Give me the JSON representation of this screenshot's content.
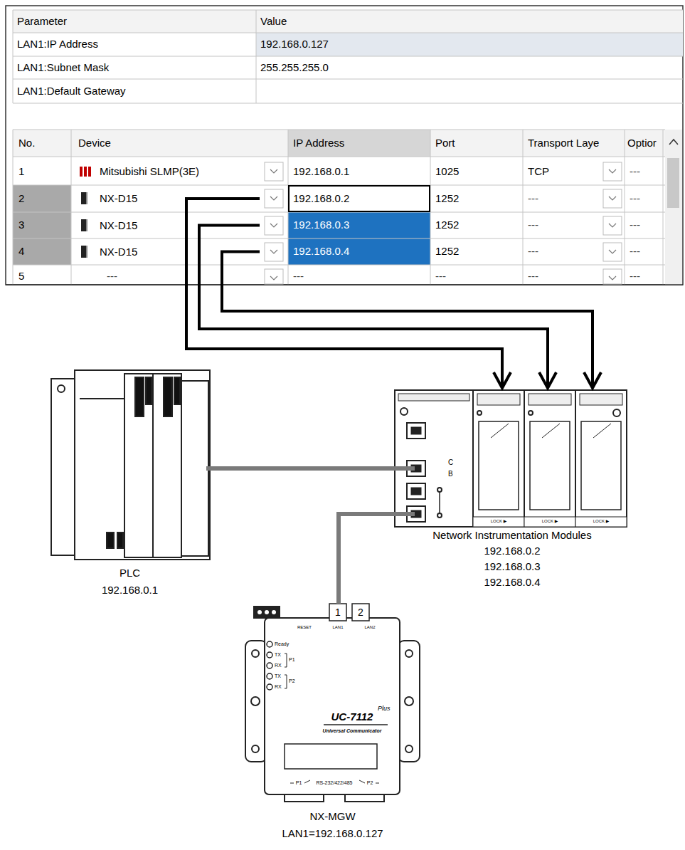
{
  "diagram": {
    "nodes": [
      {
        "text": [
          "NX-D15"
        ]
      },
      {
        "text": [
          "NX-D15"
        ]
      },
      {
        "text": [
          "NX-D15"
        ]
      },
      {
        "text": [
          "PLC",
          "192.168.0.1"
        ]
      },
      {
        "text": [
          "Network Instrumentation Modules",
          "192.168.0.2",
          "192.168.0.3",
          "192.168.0.4"
        ]
      },
      {
        "text": [
          "NX-MGW",
          "LAN1=192.168.0.127"
        ]
      }
    ],
    "edges": [
      {
        "from": 0,
        "to": 4,
        "arrow": "to"
      },
      {
        "from": 1,
        "to": 4,
        "arrow": "to"
      },
      {
        "from": 2,
        "to": 4,
        "arrow": "to"
      },
      {
        "from": 3,
        "to": 4,
        "arrow": "none"
      },
      {
        "from": 4,
        "to": 5,
        "arrow": "none"
      }
    ],
    "labels": [
      "Parameter",
      "Value",
      "LAN1:IP Address",
      "192.168.0.127",
      "LAN1:Subnet Mask",
      "255.255.255.0",
      "LAN1:Default Gateway",
      "No.",
      "Device",
      "IP Address",
      "Port",
      "Transport Laye",
      "Optior",
      "1",
      "Mitsubishi SLMP(3E)",
      "192.168.0.1",
      "1025",
      "TCP",
      "---",
      "2",
      "192.168.0.2",
      "1252",
      "---",
      "---",
      "3",
      "192.168.0.3",
      "1252",
      "---",
      "---",
      "4",
      "192.168.0.4",
      "1252",
      "---",
      "---",
      "5",
      "---",
      "---",
      "---",
      "---",
      "---",
      "C",
      "B",
      "LOCK ▶",
      "LOCK ▶",
      "LOCK ▶",
      "1",
      "2",
      "RESET",
      "LAN1",
      "LAN2",
      "Ready",
      "TX",
      "RX",
      "P1",
      "TX",
      "RX",
      "P2",
      "UC-7112",
      "Plus",
      "Universal Communicator",
      "P1",
      "RS-232/422/485",
      "P2"
    ]
  }
}
